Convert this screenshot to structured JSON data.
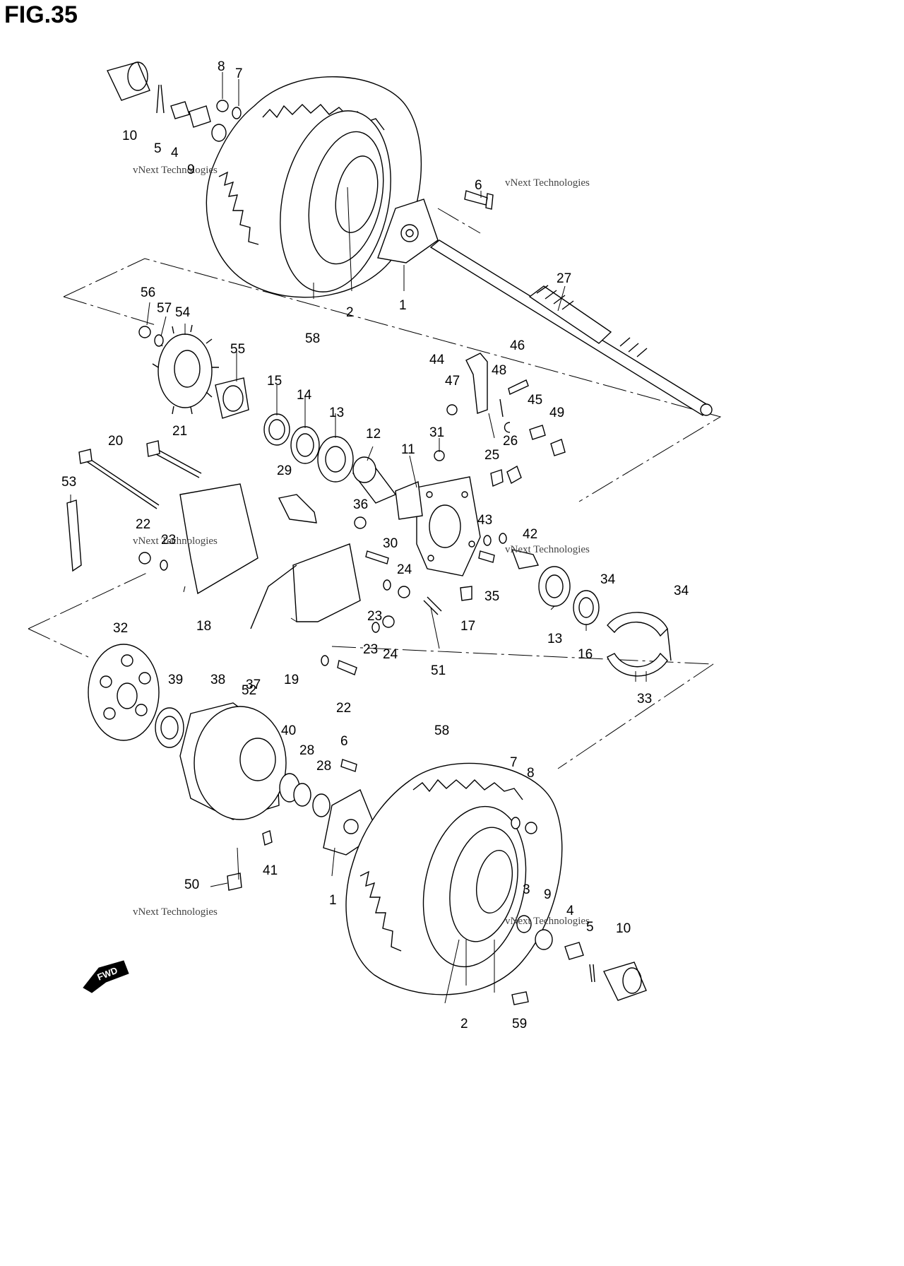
{
  "figure": {
    "title": "FIG.35"
  },
  "watermark": {
    "line1": "vNext Technologies",
    "line2": "vNext",
    "line3": "Technologies"
  },
  "fwd_badge": {
    "text": "FWD"
  },
  "part_labels": [
    "10",
    "5",
    "4",
    "9",
    "8",
    "7",
    "6",
    "2",
    "1",
    "58",
    "27",
    "56",
    "57",
    "54",
    "55",
    "15",
    "14",
    "13",
    "12",
    "11",
    "31",
    "44",
    "47",
    "46",
    "48",
    "45",
    "49",
    "25",
    "26",
    "20",
    "21",
    "53",
    "29",
    "36",
    "30",
    "22",
    "23",
    "24",
    "43",
    "42",
    "35",
    "17",
    "18",
    "52",
    "19",
    "51",
    "13",
    "16",
    "34",
    "34",
    "33",
    "32",
    "39",
    "38",
    "37",
    "40",
    "28",
    "28",
    "6",
    "41",
    "50",
    "1",
    "58",
    "7",
    "8",
    "3",
    "9",
    "4",
    "5",
    "10",
    "2",
    "59",
    "23",
    "23",
    "24",
    "22"
  ]
}
